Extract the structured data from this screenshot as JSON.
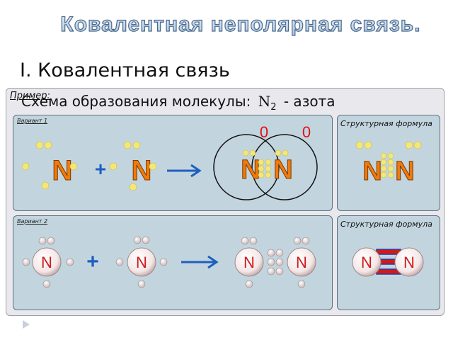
{
  "banner_title": "Ковалентная неполярная связь.",
  "heading": "I. Ковалентная связь",
  "example_label": "Пример:",
  "schema_text": "Схема образования молекулы:",
  "formula": "N",
  "formula_sub": "2",
  "formula_suffix": "- азота",
  "variant1": {
    "label": "Вариант 1",
    "atom_symbol": "N",
    "plus": "+",
    "charge_left": "0",
    "charge_right": "0",
    "struct_label": "Структурная формула"
  },
  "variant2": {
    "label": "Вариант 2",
    "atom_symbol": "N",
    "plus": "+",
    "struct_label": "Структурная формула"
  },
  "colors": {
    "banner_fill": "#b8cfe6",
    "atom_orange": "#f07a0a",
    "electron_yellow": "#f3e77a",
    "arrow_blue": "#1f5fbf",
    "charge_red": "#e01010",
    "bond_red": "#d01a1a",
    "bond_blue": "#2a3aa6"
  }
}
